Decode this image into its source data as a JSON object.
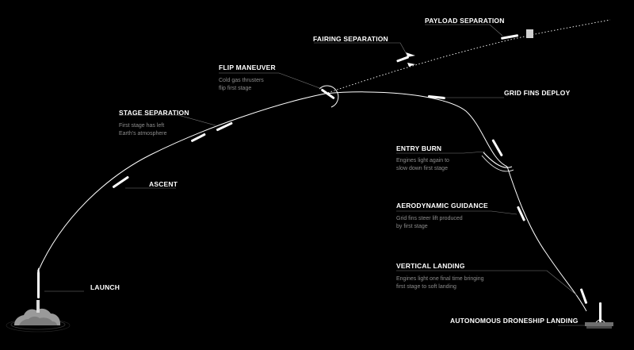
{
  "diagram": {
    "stages": [
      {
        "id": "launch",
        "title": "LAUNCH",
        "description": ""
      },
      {
        "id": "ascent",
        "title": "ASCENT",
        "description": ""
      },
      {
        "id": "stage-separation",
        "title": "STAGE SEPARATION",
        "description": "First stage has left\nEarth's atmosphere"
      },
      {
        "id": "flip-maneuver",
        "title": "FLIP MANEUVER",
        "description": "Cold gas thrusters\nflip first stage"
      },
      {
        "id": "fairing-separation",
        "title": "FAIRING SEPARATION",
        "description": ""
      },
      {
        "id": "payload-separation",
        "title": "PAYLOAD SEPARATION",
        "description": ""
      },
      {
        "id": "grid-fins-deploy",
        "title": "GRID FINS DEPLOY",
        "description": ""
      },
      {
        "id": "entry-burn",
        "title": "ENTRY BURN",
        "description": "Engines light again to\nslow down first stage"
      },
      {
        "id": "aerodynamic-guidance",
        "title": "AERODYNAMIC GUIDANCE",
        "description": "Grid fins steer lift produced\nby first stage"
      },
      {
        "id": "vertical-landing",
        "title": "VERTICAL LANDING",
        "description": "Engines light one final time bringing\nfirst stage to soft landing"
      },
      {
        "id": "autonomous-droneship-landing",
        "title": "AUTONOMOUS DRONESHIP LANDING",
        "description": ""
      }
    ],
    "colors": {
      "background": "#000000",
      "trajectory": "#ffffff",
      "leader": "#7a7a7a",
      "description": "#8c8c8c",
      "smoke": "#9a9a9a"
    }
  }
}
